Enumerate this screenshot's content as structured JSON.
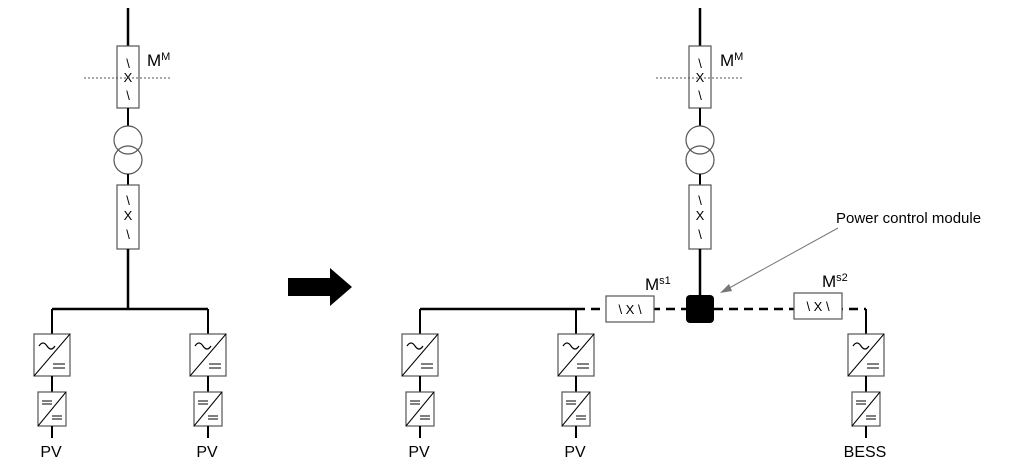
{
  "left_circuit": {
    "meter_label": "M",
    "meter_label_sup": "M",
    "breaker_symbol": "\\ X \\",
    "pv_labels": [
      "PV",
      "PV"
    ]
  },
  "right_circuit": {
    "meter_label": "M",
    "meter_label_sup": "M",
    "breaker_symbol": "\\ X \\",
    "pcm_annotation": "Power control module",
    "meter_s1_label": "M",
    "meter_s1_sup": "s1",
    "meter_s2_label": "M",
    "meter_s2_sup": "s2",
    "horizontal_breaker_symbol": "\\ X \\",
    "pv_labels": [
      "PV",
      "PV"
    ],
    "bess_label": "BESS"
  },
  "colors": {
    "line": "#000000",
    "box_border": "#555555",
    "pcm_fill": "#000000"
  }
}
